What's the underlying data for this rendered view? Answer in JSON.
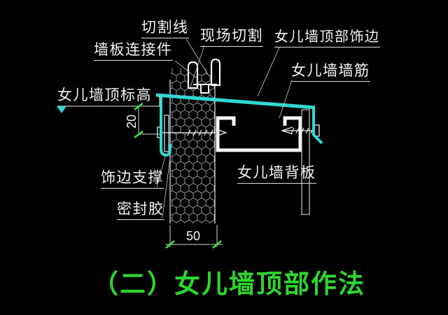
{
  "title": {
    "text": "（二）女儿墙顶部作法"
  },
  "labels": {
    "cut_line": "切割线",
    "site_cut": "现场切割",
    "parapet_top_trim": "女儿墙顶部饰边",
    "panel_connector": "墙板连接件",
    "parapet_wall_rib": "女儿墙墙筋",
    "parapet_top_elevation": "女儿墙顶标高",
    "trim_support": "饰边支撑",
    "sealant": "密封胶",
    "parapet_back_panel": "女儿墙背板"
  },
  "dimensions": {
    "panel_width": "50",
    "trim_top_offset": "20"
  },
  "colors": {
    "background": "#000000",
    "drawing_line": "#f5f5f5",
    "thin_line": "#a8bcbc",
    "accent_cyan": "#2fd8d0",
    "tick_green": "#3ee03e",
    "title_green": "#2ed52e"
  }
}
